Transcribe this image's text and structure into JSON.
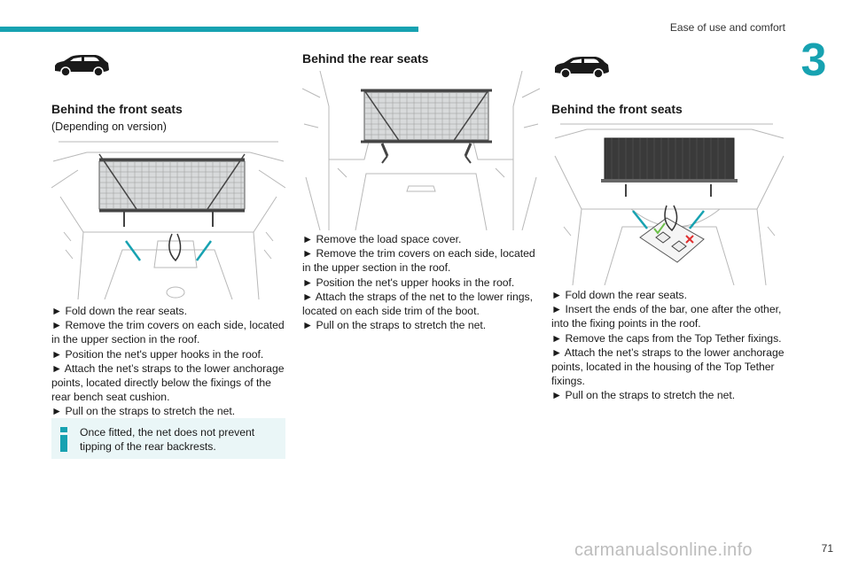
{
  "header": {
    "section_title": "Ease of use and comfort",
    "chapter_number": "3",
    "page_number": "71"
  },
  "watermark": "carmanualsonline.info",
  "columns": [
    {
      "heading": "Behind the front seats",
      "note": "(Depending on version)",
      "steps": [
        "► Fold down the rear seats.",
        "► Remove the trim covers on each side, located in the upper section in the roof.",
        "► Position the net's upper hooks in the roof.",
        "► Attach the net’s straps to the lower anchorage points, located directly below the fixings of the rear bench seat cushion.",
        "► Pull on the straps to stretch the net."
      ],
      "info": "Once fitted, the net does not prevent tipping of the rear backrests."
    },
    {
      "heading": "Behind the rear seats",
      "steps": [
        "► Remove the load space cover.",
        "► Remove the trim covers on each side, located in the upper section in the roof.",
        "► Position the net's upper hooks in the roof.",
        "► Attach the straps of the net to the lower rings, located on each side trim of the boot.",
        "► Pull on the straps to stretch the net."
      ]
    },
    {
      "heading": "Behind the front seats",
      "steps": [
        "► Fold down the rear seats.",
        "► Insert the ends of the bar, one after the other, into the fixing points in the roof.",
        "► Remove the caps from the Top Tether fixings.",
        "► Attach the net’s straps to the lower anchorage points, located in the housing of the Top Tether fixings.",
        "► Pull on the straps to stretch the net."
      ]
    }
  ],
  "colors": {
    "accent": "#17a2b1",
    "info_bg": "#eaf6f7",
    "ok": "#6cc04a",
    "error": "#e03030"
  }
}
